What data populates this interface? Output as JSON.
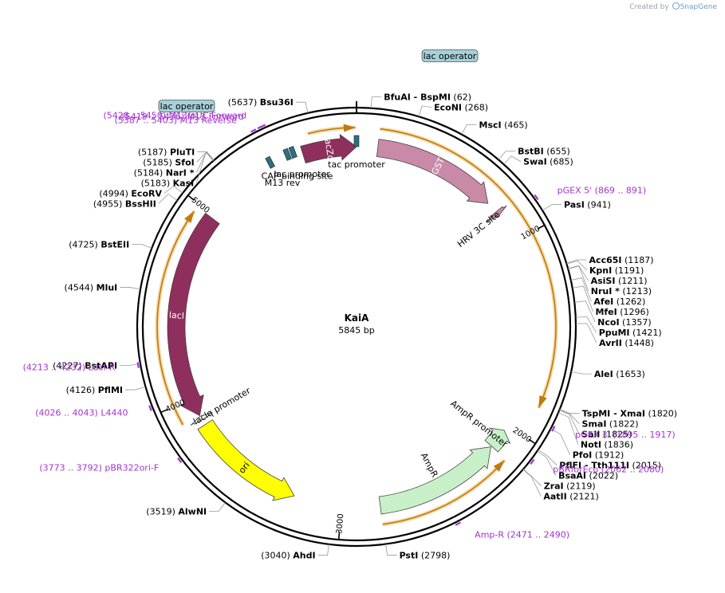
{
  "credit": {
    "prefix": "Created by",
    "brand": "SnapGene"
  },
  "plasmid": {
    "name": "KaiA",
    "size_label": "5845 bp",
    "length": 5845
  },
  "colors": {
    "lacI": "#8f2f5e",
    "lacZa": "#8f2f5e",
    "gst": "#c98aa8",
    "hrv": "#c98aa8",
    "ampR": "#c8f0c8",
    "ori": "#ffff00",
    "primer": "#a433d1",
    "operator": "#a6d0d8",
    "promoter": "#ffffff",
    "cap": "#2f6e80",
    "orf": "#f1b74f"
  },
  "ticks": [
    {
      "pos": 1000,
      "label": "1000"
    },
    {
      "pos": 2000,
      "label": "2000"
    },
    {
      "pos": 3000,
      "label": "3000"
    },
    {
      "pos": 4000,
      "label": "4000"
    },
    {
      "pos": 5000,
      "label": "5000"
    }
  ],
  "features": [
    {
      "name": "lacI",
      "start": 3904,
      "end": 4984,
      "dir": -1,
      "type": "cds",
      "color": "lacI",
      "label": "lacI",
      "label_inside": true
    },
    {
      "name": "lacZa",
      "start": 5565,
      "end": 5845,
      "dir": 1,
      "type": "cds",
      "color": "lacZa",
      "label": "lacZα",
      "label_inside": true
    },
    {
      "name": "GST",
      "start": 110,
      "end": 760,
      "dir": 1,
      "type": "cds",
      "color": "gst",
      "label": "GST",
      "label_inside": true
    },
    {
      "name": "HRV",
      "start": 820,
      "end": 845,
      "dir": 1,
      "type": "small",
      "color": "hrv",
      "label": "HRV 3C site"
    },
    {
      "name": "AmpR",
      "start": 2140,
      "end": 2800,
      "dir": -1,
      "type": "cds",
      "color": "ampR",
      "label": "AmpR"
    },
    {
      "name": "AmpR-promoter",
      "start": 2030,
      "end": 2135,
      "dir": -1,
      "type": "promoter",
      "color": "ampR",
      "label": "AmpR promoter"
    },
    {
      "name": "ori",
      "start": 3250,
      "end": 3850,
      "dir": -1,
      "type": "cds",
      "color": "ori",
      "label": "ori",
      "label_inside": true
    },
    {
      "name": "lacIq-promoter",
      "start": 3880,
      "end": 3900,
      "dir": 1,
      "type": "promoter",
      "color": "promoter",
      "label": "lacIq promoter"
    }
  ],
  "orfs": [
    {
      "start": 5615,
      "end": 5840,
      "dir": 1
    },
    {
      "start": 110,
      "end": 1850,
      "dir": 1
    },
    {
      "start": 2145,
      "end": 2800,
      "dir": -1
    },
    {
      "start": 3905,
      "end": 4960,
      "dir": 1
    }
  ],
  "small_features": [
    {
      "name": "tac-promoter",
      "pos": 5845,
      "label": "tac promoter"
    },
    {
      "name": "lac-promoter",
      "pos": 5520,
      "label": "lac promoter"
    },
    {
      "name": "cap-binding-site",
      "pos": 5490,
      "label": "CAP binding site"
    },
    {
      "name": "m13-rev",
      "pos": 5395,
      "label": "M13 rev"
    }
  ],
  "operators": [
    {
      "name": "lac-operator-top",
      "label": "lac operator"
    },
    {
      "name": "lac-operator-left",
      "label": "lac operator"
    }
  ],
  "sites": [
    {
      "pos": 62,
      "name": "BfuAI",
      "name2": "BspMI",
      "num": "(62)"
    },
    {
      "pos": 268,
      "name": "EcoNI",
      "num": "(268)"
    },
    {
      "pos": 465,
      "name": "MscI",
      "num": "(465)"
    },
    {
      "pos": 655,
      "name": "BstBI",
      "num": "(655)"
    },
    {
      "pos": 685,
      "name": "SwaI",
      "num": "(685)"
    },
    {
      "pos": 941,
      "name": "PasI",
      "num": "(941)"
    },
    {
      "pos": 1187,
      "name": "Acc65I",
      "num": "(1187)"
    },
    {
      "pos": 1191,
      "name": "KpnI",
      "num": "(1191)"
    },
    {
      "pos": 1211,
      "name": "AsiSI",
      "num": "(1211)"
    },
    {
      "pos": 1213,
      "name": "NruI *",
      "num": "(1213)"
    },
    {
      "pos": 1262,
      "name": "AfeI",
      "num": "(1262)"
    },
    {
      "pos": 1296,
      "name": "MfeI",
      "num": "(1296)"
    },
    {
      "pos": 1357,
      "name": "NcoI",
      "num": "(1357)"
    },
    {
      "pos": 1421,
      "name": "PpuMI",
      "num": "(1421)"
    },
    {
      "pos": 1448,
      "name": "AvrII",
      "num": "(1448)"
    },
    {
      "pos": 1653,
      "name": "AleI",
      "num": "(1653)"
    },
    {
      "pos": 1820,
      "name": "TspMI",
      "name2": "XmaI",
      "num": "(1820)"
    },
    {
      "pos": 1822,
      "name": "SmaI",
      "num": "(1822)"
    },
    {
      "pos": 1825,
      "name": "SalI",
      "num": "(1825)"
    },
    {
      "pos": 1836,
      "name": "NotI",
      "num": "(1836)"
    },
    {
      "pos": 1912,
      "name": "PfoI",
      "num": "(1912)"
    },
    {
      "pos": 2015,
      "name": "PflFI",
      "name2": "Tth111I",
      "num": "(2015)"
    },
    {
      "pos": 2022,
      "name": "BsaAI",
      "num": "(2022)"
    },
    {
      "pos": 2119,
      "name": "ZraI",
      "num": "(2119)"
    },
    {
      "pos": 2121,
      "name": "AatII",
      "num": "(2121)"
    },
    {
      "pos": 2798,
      "name": "PstI",
      "num": "(2798)"
    },
    {
      "pos": 3040,
      "name": "AhdI",
      "num": "(3040)"
    },
    {
      "pos": 3519,
      "name": "AlwNI",
      "num": "(3519)"
    },
    {
      "pos": 4126,
      "name": "PflMI",
      "num": "(4126)"
    },
    {
      "pos": 4227,
      "name": "BstAPI",
      "num": "(4227)"
    },
    {
      "pos": 4544,
      "name": "MluI",
      "num": "(4544)"
    },
    {
      "pos": 4725,
      "name": "BstEII",
      "num": "(4725)"
    },
    {
      "pos": 4955,
      "name": "BssHII",
      "num": "(4955)"
    },
    {
      "pos": 4994,
      "name": "EcoRV",
      "num": "(4994)"
    },
    {
      "pos": 5183,
      "name": "KasI",
      "num": "(5183)"
    },
    {
      "pos": 5184,
      "name": "NarI *",
      "num": "(5184)"
    },
    {
      "pos": 5185,
      "name": "SfoI",
      "num": "(5185)"
    },
    {
      "pos": 5187,
      "name": "PluTI",
      "num": "(5187)"
    },
    {
      "pos": 5637,
      "name": "Bsu36I",
      "num": "(5637)"
    }
  ],
  "primers": [
    {
      "pos": 880,
      "name": "pGEX 5'",
      "range": "(869 .. 891)"
    },
    {
      "pos": 1906,
      "name": "pGEX 3'",
      "range": "(1895 .. 1917)"
    },
    {
      "pos": 2071,
      "name": "pBRforEco",
      "range": "(2062 .. 2080)"
    },
    {
      "pos": 2480,
      "name": "Amp-R",
      "range": "(2471 .. 2490)"
    },
    {
      "pos": 3782,
      "name": "pBR322ori-F",
      "range": "(3773 .. 3792)"
    },
    {
      "pos": 4034,
      "name": "L4440",
      "range": "(4026 .. 4043)"
    },
    {
      "pos": 4222,
      "name": "LacI-R",
      "range": "(4213 .. 4232)"
    },
    {
      "pos": 5395,
      "name": "M13 Reverse",
      "range": "(5387 .. 5403)"
    },
    {
      "pos": 5427,
      "name": "M13 Forward",
      "range": "(5419 .. 5436)"
    },
    {
      "pos": 5439,
      "name": "M13/pUC Forward",
      "range": "(5428 .. 5450)"
    }
  ]
}
